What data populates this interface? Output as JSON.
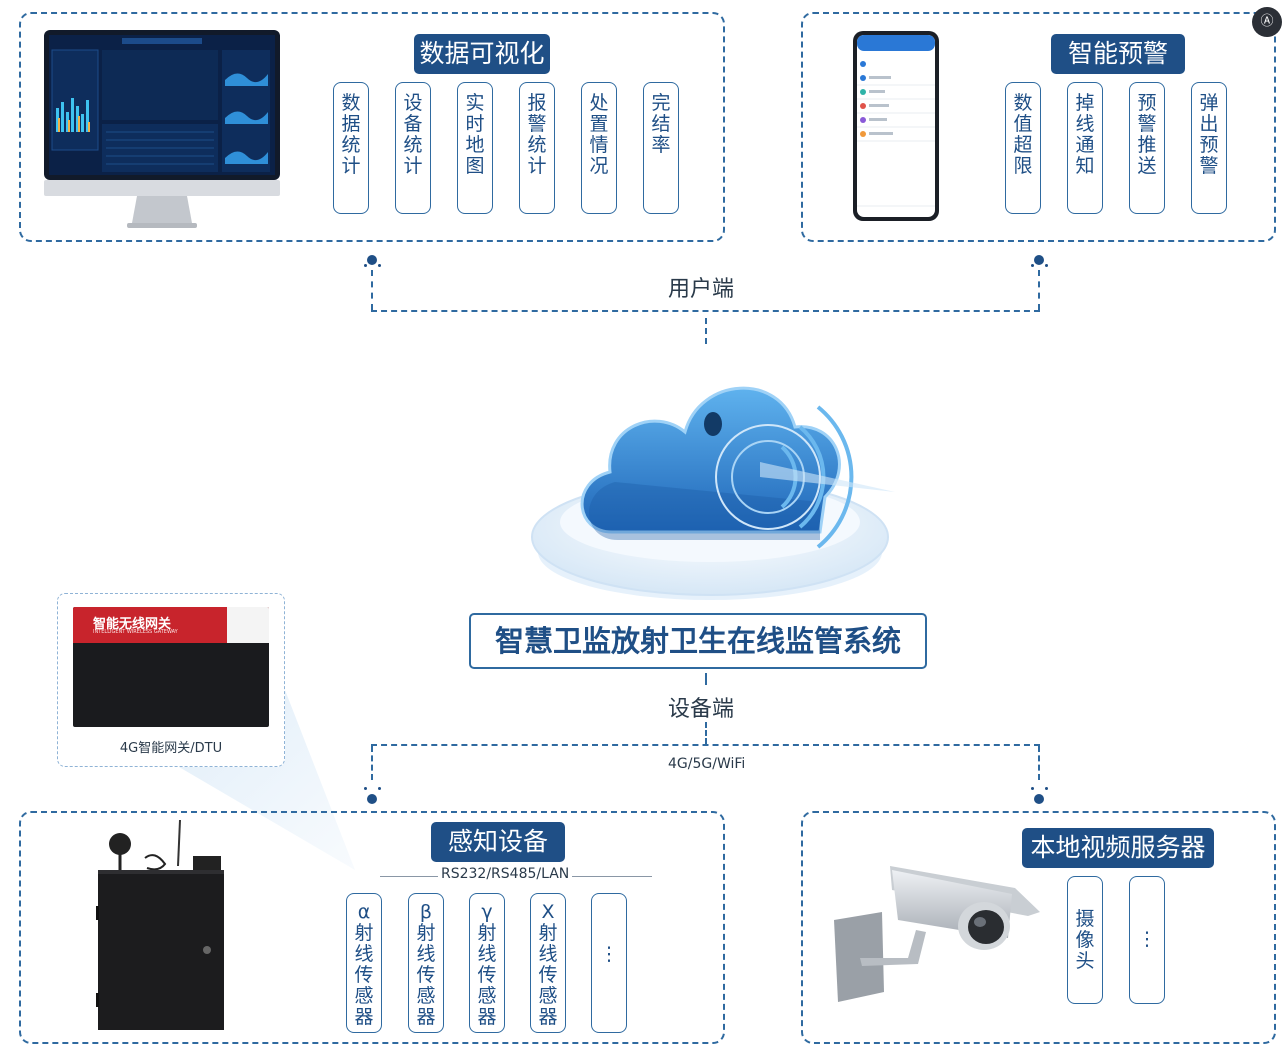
{
  "top_left": {
    "title": "数据可视化",
    "cards": [
      "数据统计",
      "设备统计",
      "实时地图",
      "报警统计",
      "处置情况",
      "完结率"
    ]
  },
  "top_right": {
    "title": "智能预警",
    "cards": [
      "数值超限",
      "掉线通知",
      "预警推送",
      "弹出预警"
    ]
  },
  "user_label": "用户端",
  "system_title": "智慧卫监放射卫生在线监管系统",
  "device_label": "设备端",
  "network_label": "4G/5G/WiFi",
  "gateway": {
    "brand": "智能无线网关",
    "subtitle": "INTELLIGENT WIRELESS GATEWAY",
    "caption": "4G智能网关/DTU"
  },
  "bottom_left": {
    "title": "感知设备",
    "bus_label": "RS232/RS485/LAN",
    "cards": [
      "α射线传感器",
      "β射线传感器",
      "γ射线传感器",
      "X射线传感器",
      "⋮"
    ]
  },
  "bottom_right": {
    "title": "本地视频服务器",
    "cards": [
      "摄像头",
      "⋮"
    ]
  },
  "colors": {
    "primary": "#1f4f86",
    "border": "#2f6aa0",
    "cloud": "#3b8fd6"
  }
}
